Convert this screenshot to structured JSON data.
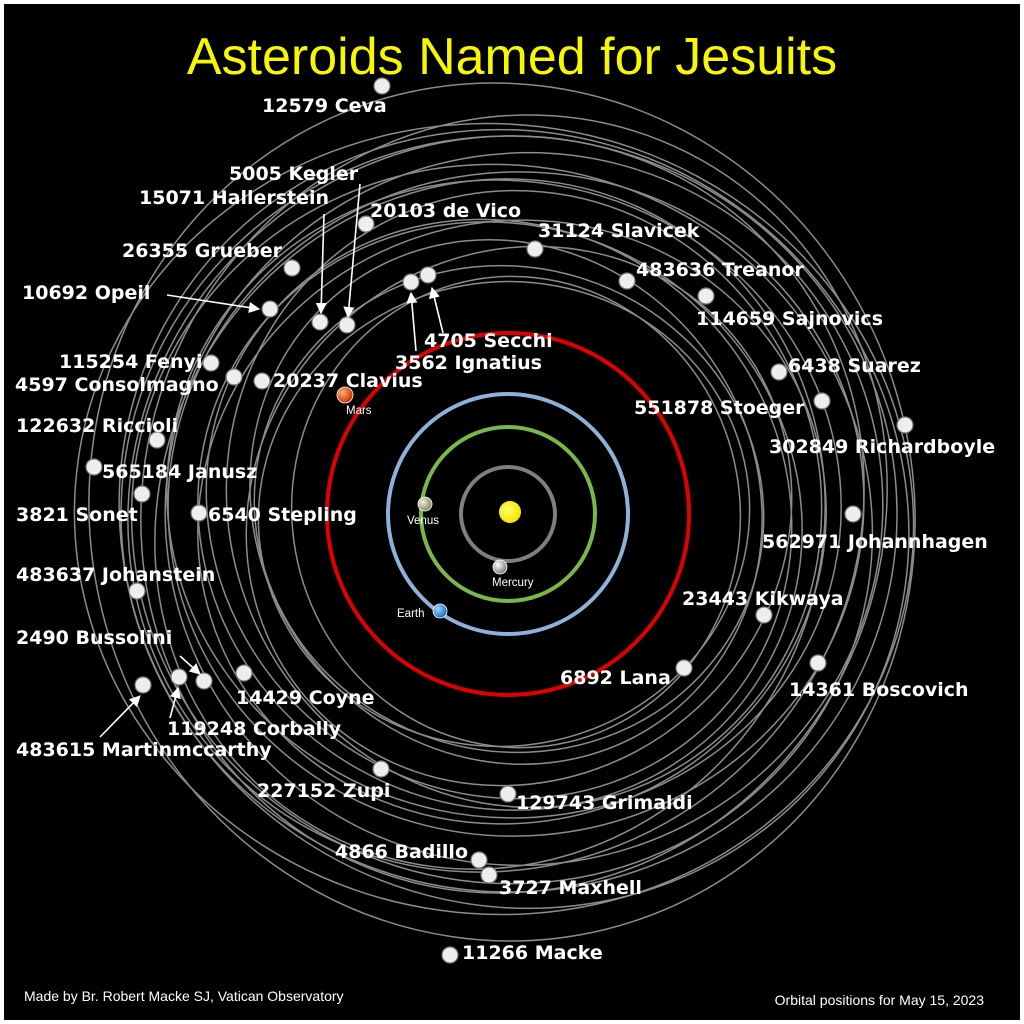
{
  "title": "Asteroids Named for Jesuits",
  "credit": "Made by Br. Robert Macke SJ, Vatican Observatory",
  "date_note": "Orbital positions for May 15, 2023",
  "colors": {
    "background": "#000000",
    "title": "#f7f700",
    "sun": "#f5e600",
    "mercury_orbit": "#7f7f7f",
    "venus_orbit": "#7ab648",
    "earth_orbit": "#8fb0d8",
    "mars_orbit": "#e00000",
    "asteroid_orbit": "#8c8c8c"
  },
  "planets": {
    "mercury": "Mercury",
    "venus": "Venus",
    "earth": "Earth",
    "mars": "Mars"
  },
  "asteroids": [
    "12579 Ceva",
    "5005 Kegler",
    "15071 Hallerstein",
    "20103 de Vico",
    "31124 Slavicek",
    "26355 Grueber",
    "483636 Treanor",
    "10692 Opeil",
    "114659 Sajnovics",
    "4705 Secchi",
    "3562 Ignatius",
    "115254 Fenyi",
    "4597 Consolmagno",
    "20237 Clavius",
    "6438 Suarez",
    "551878 Stoeger",
    "122632 Riccioli",
    "302849 Richardboyle",
    "565184 Janusz",
    "3821 Sonet",
    "6540 Stepling",
    "562971 Johannhagen",
    "483637 Johanstein",
    "23443 Kikwaya",
    "2490 Bussolini",
    "6892 Lana",
    "14361 Boscovich",
    "14429 Coyne",
    "119248 Corbally",
    "483615 Martinmccarthy",
    "227152 Zupi",
    "129743 Grimaldi",
    "4866 Badillo",
    "3727 Maxhell",
    "11266 Macke"
  ]
}
